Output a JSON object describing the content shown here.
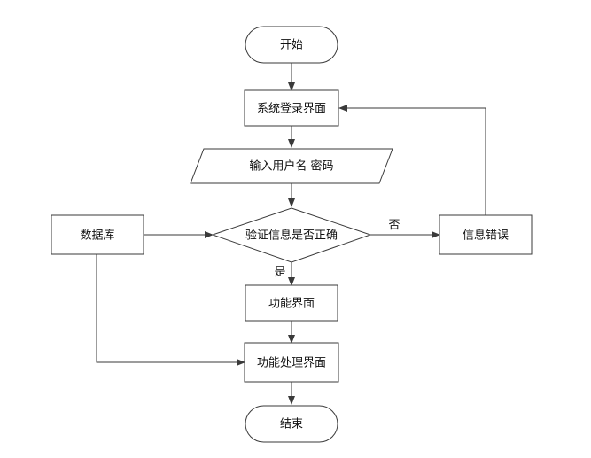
{
  "flowchart": {
    "nodes": {
      "start": "开始",
      "login": "系统登录界面",
      "input": "输入用户名 密码",
      "verify": "验证信息是否正确",
      "database": "数据库",
      "error": "信息错误",
      "function": "功能界面",
      "process": "功能处理界面",
      "end": "结束"
    },
    "edge_labels": {
      "no": "否",
      "yes": "是"
    }
  },
  "colors": {
    "stroke": "#3a3a3a",
    "fill": "#ffffff",
    "text": "#111111"
  }
}
